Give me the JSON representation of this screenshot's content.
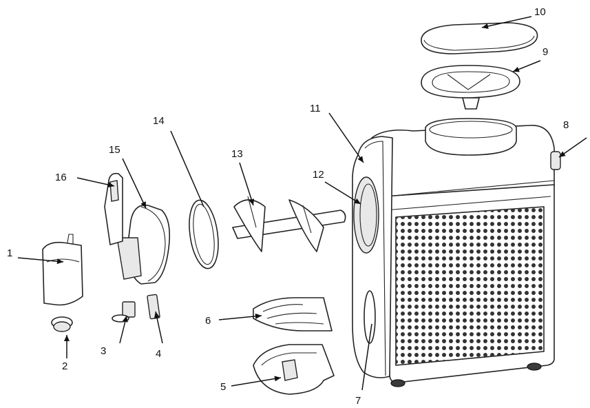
{
  "diagram": {
    "callouts": [
      {
        "id": "1",
        "text": "1"
      },
      {
        "id": "2",
        "text": "2"
      },
      {
        "id": "3",
        "text": "3"
      },
      {
        "id": "4",
        "text": "4"
      },
      {
        "id": "5",
        "text": "5"
      },
      {
        "id": "6",
        "text": "6"
      },
      {
        "id": "7",
        "text": "7"
      },
      {
        "id": "8",
        "text": "8"
      },
      {
        "id": "9",
        "text": "9"
      },
      {
        "id": "10",
        "text": "10"
      },
      {
        "id": "11",
        "text": "11"
      },
      {
        "id": "12",
        "text": "12"
      },
      {
        "id": "13",
        "text": "13"
      },
      {
        "id": "14",
        "text": "14"
      },
      {
        "id": "15",
        "text": "15"
      },
      {
        "id": "16",
        "text": "16"
      }
    ]
  },
  "colors": {
    "line": "#222222",
    "background": "#ffffff"
  }
}
